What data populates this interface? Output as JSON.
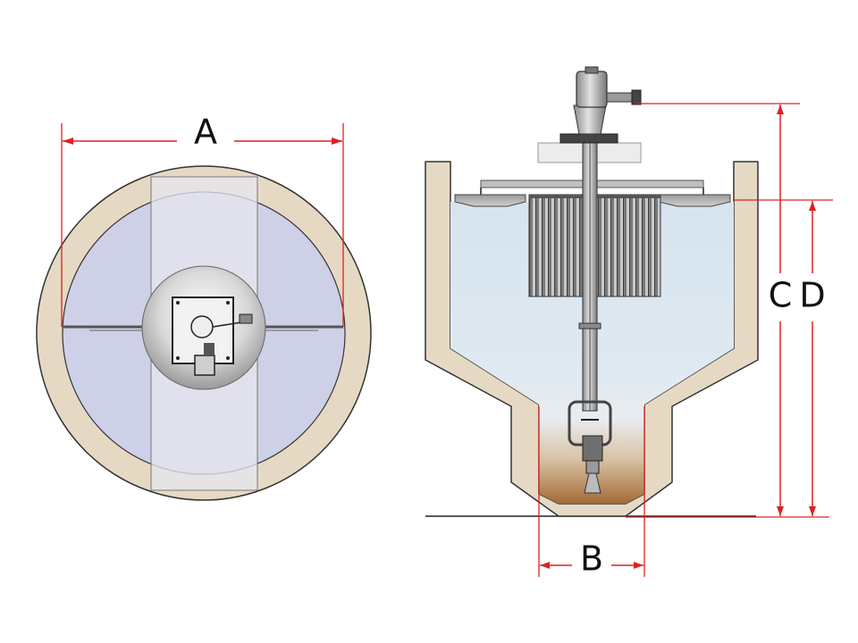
{
  "labels": {
    "a": "A",
    "b": "B",
    "c": "C",
    "d": "D"
  },
  "colors": {
    "concrete": "#e6d9c4",
    "outline": "#333333",
    "water_plan": "#cdd0e6",
    "water_section": "#dbe7f0",
    "sludge": "#b07a45",
    "bridge": "#e4e4ea",
    "dimension": "#e02020",
    "metal_dark": "#6b6b6b",
    "metal_light": "#cfcfcf"
  }
}
